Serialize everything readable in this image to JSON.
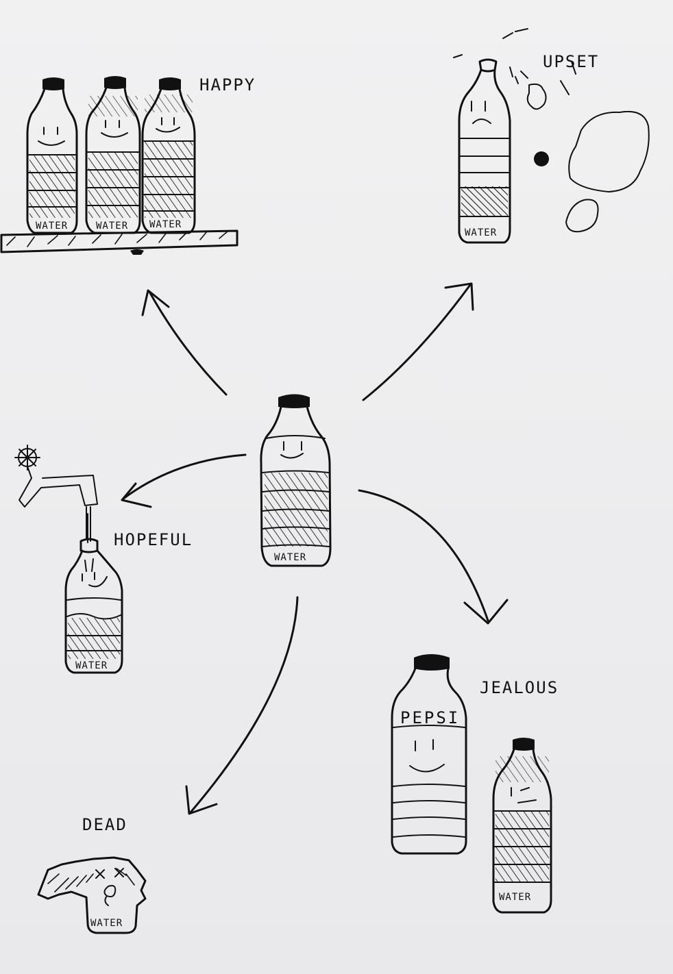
{
  "labels": {
    "happy": "HAPPY",
    "upset": "UPSET",
    "hopeful": "HOPEFUL",
    "jealous": "JEALOUS",
    "dead": "DEAD"
  },
  "bottle_labels": {
    "water": "WATER",
    "pepsi": "PEPSI"
  },
  "colors": {
    "ink": "#111111",
    "paper": "#efeff0"
  }
}
